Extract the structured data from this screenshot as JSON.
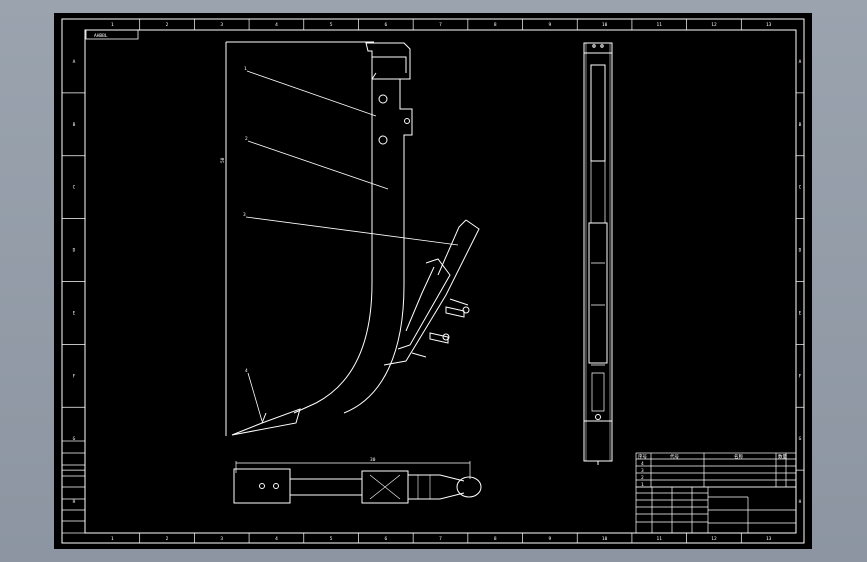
{
  "frame": {
    "top_labels": [
      "1",
      "2",
      "3",
      "4",
      "5",
      "6",
      "7",
      "8",
      "9",
      "10",
      "11",
      "12",
      "13"
    ],
    "side_labels": [
      "A",
      "B",
      "C",
      "D",
      "E",
      "F",
      "G",
      "H"
    ],
    "corner_tag": "AHBBL"
  },
  "part_numbers": [
    "1",
    "2",
    "3",
    "4"
  ],
  "dimensions": {
    "height": "50",
    "width": "30"
  },
  "left_table_rows": [
    "",
    "",
    "",
    "",
    "",
    "",
    "",
    ""
  ],
  "parts_list_header": [
    "序号",
    "代号",
    "",
    "名称",
    "",
    "数量"
  ],
  "parts_list_rows": [
    [
      "4",
      "",
      "",
      "",
      "",
      ""
    ],
    [
      "3",
      "",
      "",
      "",
      "",
      ""
    ],
    [
      "2",
      "",
      "",
      "",
      "",
      ""
    ],
    [
      "1",
      "",
      "",
      "",
      "",
      ""
    ]
  ],
  "title_block": {
    "cells": [
      "",
      "",
      "",
      "",
      "",
      "",
      "",
      ""
    ]
  }
}
